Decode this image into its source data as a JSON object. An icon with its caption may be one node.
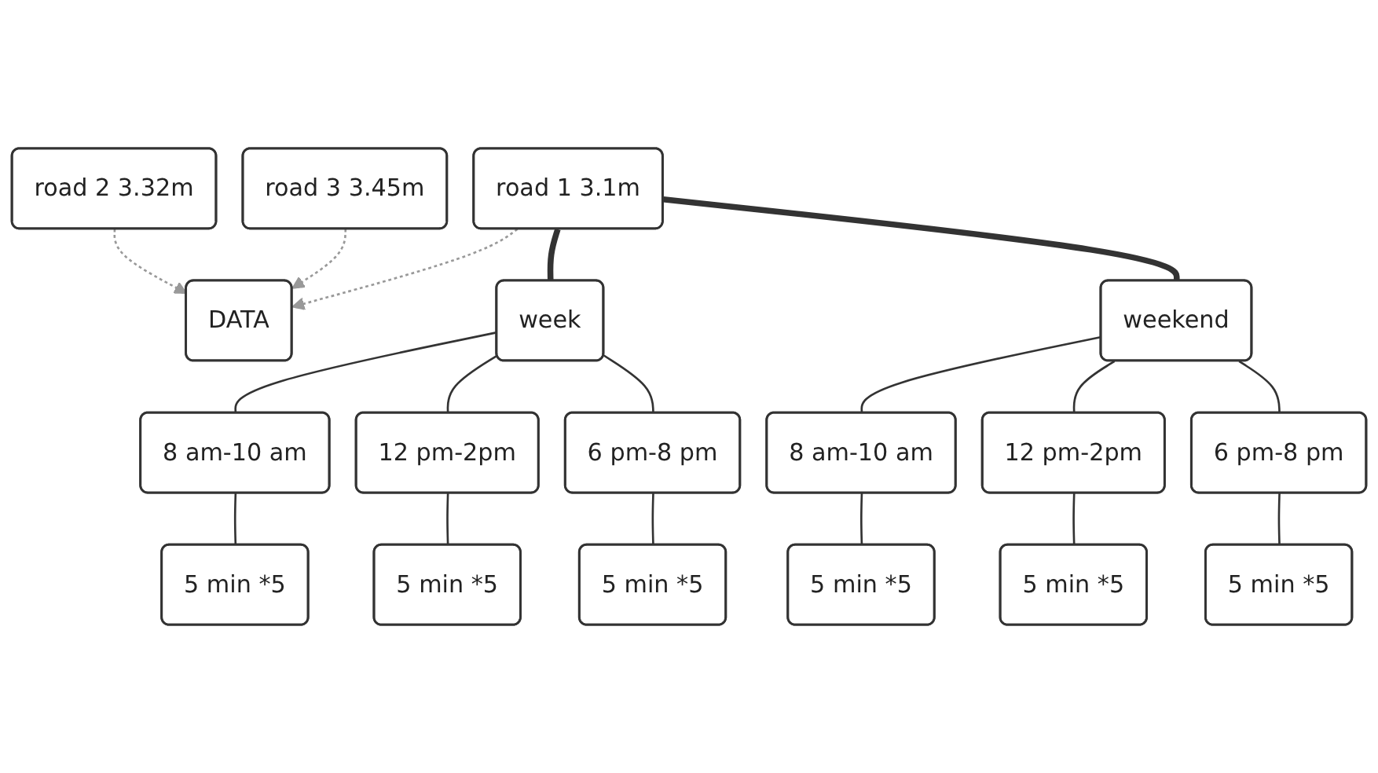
{
  "diagram": {
    "nodes": [
      {
        "text": [
          "DATA"
        ]
      },
      {
        "text": [
          "road 1 3.1m"
        ]
      },
      {
        "text": [
          "road 2 3.32m"
        ]
      },
      {
        "text": [
          "road 3 3.45m"
        ]
      },
      {
        "text": [
          "week"
        ]
      },
      {
        "text": [
          "weekend"
        ]
      },
      {
        "text": [
          "8 am-10 am"
        ]
      },
      {
        "text": [
          "12 pm-2pm"
        ]
      },
      {
        "text": [
          "6 pm-8 pm"
        ]
      },
      {
        "text": [
          "8 am-10 am"
        ]
      },
      {
        "text": [
          "12 pm-2pm"
        ]
      },
      {
        "text": [
          "6 pm-8 pm"
        ]
      },
      {
        "text": [
          "5 min *5"
        ]
      },
      {
        "text": [
          "5 min *5"
        ]
      },
      {
        "text": [
          "5 min *5"
        ]
      },
      {
        "text": [
          "5 min *5"
        ]
      },
      {
        "text": [
          "5 min *5"
        ]
      },
      {
        "text": [
          "5 min *5"
        ]
      }
    ],
    "edges": [
      {
        "from": 1,
        "to": 0,
        "arrow": "to",
        "style": "dashed",
        "color": "#999999"
      },
      {
        "from": 2,
        "to": 0,
        "arrow": "to",
        "style": "dashed",
        "color": "#999999"
      },
      {
        "from": 3,
        "to": 0,
        "arrow": "to",
        "style": "dashed",
        "color": "#999999"
      },
      {
        "from": 1,
        "to": 4,
        "arrow": "none",
        "style": "thick"
      },
      {
        "from": 1,
        "to": 5,
        "arrow": "none",
        "style": "thick"
      },
      {
        "from": 4,
        "to": 6,
        "arrow": "none"
      },
      {
        "from": 4,
        "to": 7,
        "arrow": "none"
      },
      {
        "from": 4,
        "to": 8,
        "arrow": "none"
      },
      {
        "from": 5,
        "to": 9,
        "arrow": "none"
      },
      {
        "from": 5,
        "to": 10,
        "arrow": "none"
      },
      {
        "from": 5,
        "to": 11,
        "arrow": "none"
      },
      {
        "from": 6,
        "to": 12,
        "arrow": "none"
      },
      {
        "from": 7,
        "to": 13,
        "arrow": "none"
      },
      {
        "from": 8,
        "to": 14,
        "arrow": "none"
      },
      {
        "from": 9,
        "to": 15,
        "arrow": "none"
      },
      {
        "from": 10,
        "to": 16,
        "arrow": "none"
      },
      {
        "from": 11,
        "to": 17,
        "arrow": "none"
      }
    ]
  }
}
